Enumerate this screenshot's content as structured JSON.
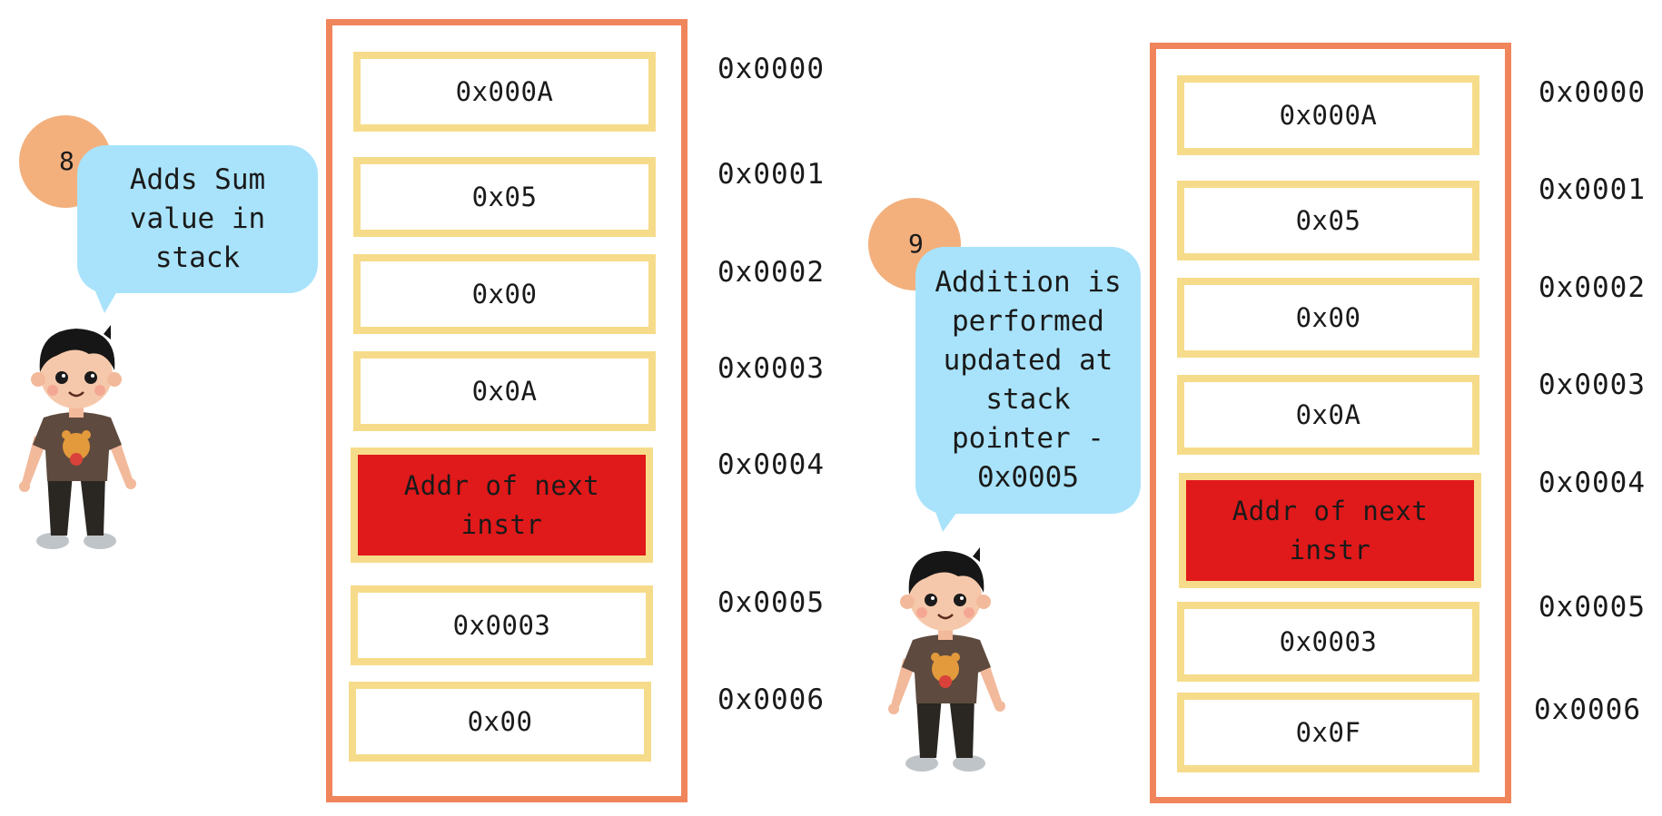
{
  "panels": [
    {
      "step": "8",
      "bubble_lines": [
        "Adds Sum",
        "value in",
        "stack"
      ],
      "cells": [
        {
          "addr": "0x0000",
          "value": "0x000A",
          "highlight": false
        },
        {
          "addr": "0x0001",
          "value": "0x05",
          "highlight": false
        },
        {
          "addr": "0x0002",
          "value": "0x00",
          "highlight": false
        },
        {
          "addr": "0x0003",
          "value": "0x0A",
          "highlight": false
        },
        {
          "addr": "0x0004",
          "value": "Addr of next instr",
          "highlight": true
        },
        {
          "addr": "0x0005",
          "value": "0x0003",
          "highlight": false
        },
        {
          "addr": "0x0006",
          "value": "0x00",
          "highlight": false
        }
      ]
    },
    {
      "step": "9",
      "bubble_lines": [
        "Addition is",
        "performed",
        "updated at",
        "stack",
        "pointer -",
        "0x0005"
      ],
      "cells": [
        {
          "addr": "0x0000",
          "value": "0x000A",
          "highlight": false
        },
        {
          "addr": "0x0001",
          "value": "0x05",
          "highlight": false
        },
        {
          "addr": "0x0002",
          "value": "0x00",
          "highlight": false
        },
        {
          "addr": "0x0003",
          "value": "0x0A",
          "highlight": false
        },
        {
          "addr": "0x0004",
          "value": "Addr of next instr",
          "highlight": true
        },
        {
          "addr": "0x0005",
          "value": "0x0003",
          "highlight": false
        },
        {
          "addr": "0x0006",
          "value": "0x0F",
          "highlight": false
        }
      ]
    }
  ],
  "colors": {
    "frame": "#f0855b",
    "cell_border": "#f6dc8a",
    "highlight": "#e0191a",
    "bubble": "#a9e3fb",
    "badge": "#f3b07d"
  }
}
